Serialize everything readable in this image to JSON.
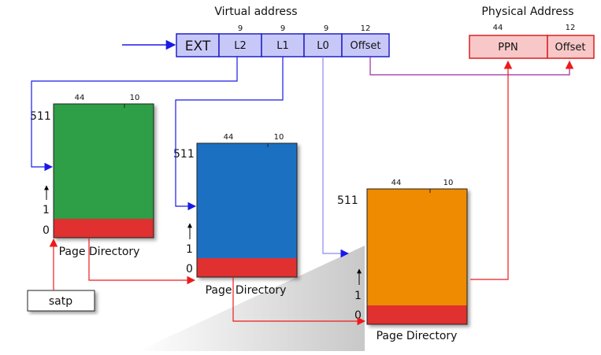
{
  "virtual_address": {
    "title": "Virtual address",
    "fields": [
      {
        "label": "EXT",
        "bits": ""
      },
      {
        "label": "L2",
        "bits": "9"
      },
      {
        "label": "L1",
        "bits": "9"
      },
      {
        "label": "L0",
        "bits": "9"
      },
      {
        "label": "Offset",
        "bits": "12"
      }
    ]
  },
  "physical_address": {
    "title": "Physical Address",
    "fields": [
      {
        "label": "PPN",
        "bits": "44"
      },
      {
        "label": "Offset",
        "bits": "12"
      }
    ]
  },
  "page_directories": [
    {
      "caption": "Page Directory",
      "col_bits": [
        "44",
        "10"
      ],
      "index_top": "511",
      "index_one": "1",
      "index_zero": "0"
    },
    {
      "caption": "Page Directory",
      "col_bits": [
        "44",
        "10"
      ],
      "index_top": "511",
      "index_one": "1",
      "index_zero": "0"
    },
    {
      "caption": "Page Directory",
      "col_bits": [
        "44",
        "10"
      ],
      "index_top": "511",
      "index_one": "1",
      "index_zero": "0"
    }
  ],
  "satp": {
    "label": "satp"
  },
  "colors": {
    "va_fill": "#c8c8f8",
    "va_stroke": "#2020c8",
    "pa_fill": "#f8c8c8",
    "pa_stroke": "#d82020",
    "dir1": "#2e9e46",
    "dir2": "#1f70c1",
    "dir3": "#ee8b00",
    "entry": "#e03030",
    "arrow_blue": "#1a1ae6",
    "arrow_red": "#ee1a1a"
  }
}
